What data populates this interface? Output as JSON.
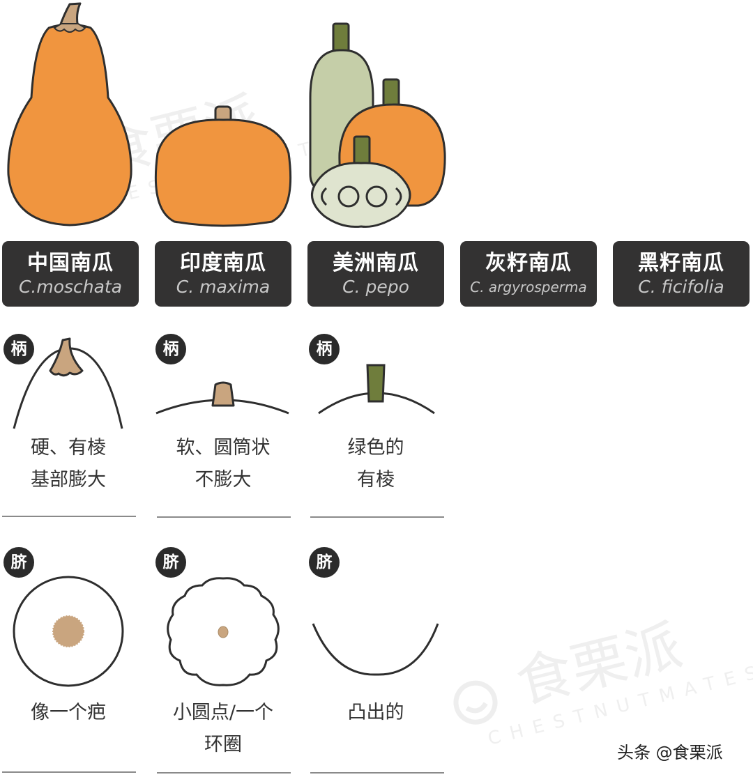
{
  "species": [
    {
      "name_cn": "中国南瓜",
      "name_latin": "C.moschata"
    },
    {
      "name_cn": "印度南瓜",
      "name_latin": "C. maxima"
    },
    {
      "name_cn": "美洲南瓜",
      "name_latin": "C. pepo"
    },
    {
      "name_cn": "灰籽南瓜",
      "name_latin": "C. argyrosperma"
    },
    {
      "name_cn": "黑籽南瓜",
      "name_latin": "C. ficifolia"
    }
  ],
  "stem_section": {
    "badge": "柄",
    "items": [
      {
        "line1": "硬、有棱",
        "line2": "基部膨大"
      },
      {
        "line1": "软、圆筒状",
        "line2": "不膨大"
      },
      {
        "line1": "绿色的",
        "line2": "有棱"
      }
    ]
  },
  "navel_section": {
    "badge": "脐",
    "items": [
      {
        "line1": "像一个疤",
        "line2": ""
      },
      {
        "line1": "小圆点/一个",
        "line2": "环圈"
      },
      {
        "line1": "凸出的",
        "line2": ""
      }
    ]
  },
  "watermark": {
    "cn": "食栗派",
    "en": "CHESTNUTMATES"
  },
  "credit": "头条 @食栗派",
  "colors": {
    "orange": "#f0953f",
    "outline": "#2e2e2e",
    "stem_tan": "#c9a57f",
    "stem_green": "#6f7d3c",
    "squash_green": "#c5cea8",
    "pattypan": "#dfe4cf",
    "card_bg": "#333232"
  }
}
